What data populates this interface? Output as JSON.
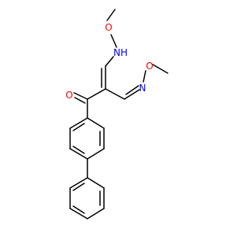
{
  "molecule": {
    "atoms": {
      "o_methoxy_top": "O",
      "nh_amine": "NH",
      "o_methoxy_right": "O",
      "n_oxime": "N",
      "o_ketone": "O"
    },
    "colors": {
      "oxygen": "#ff0000",
      "nitrogen": "#0000ff",
      "bond": "#000000",
      "background": "#ffffff"
    }
  }
}
